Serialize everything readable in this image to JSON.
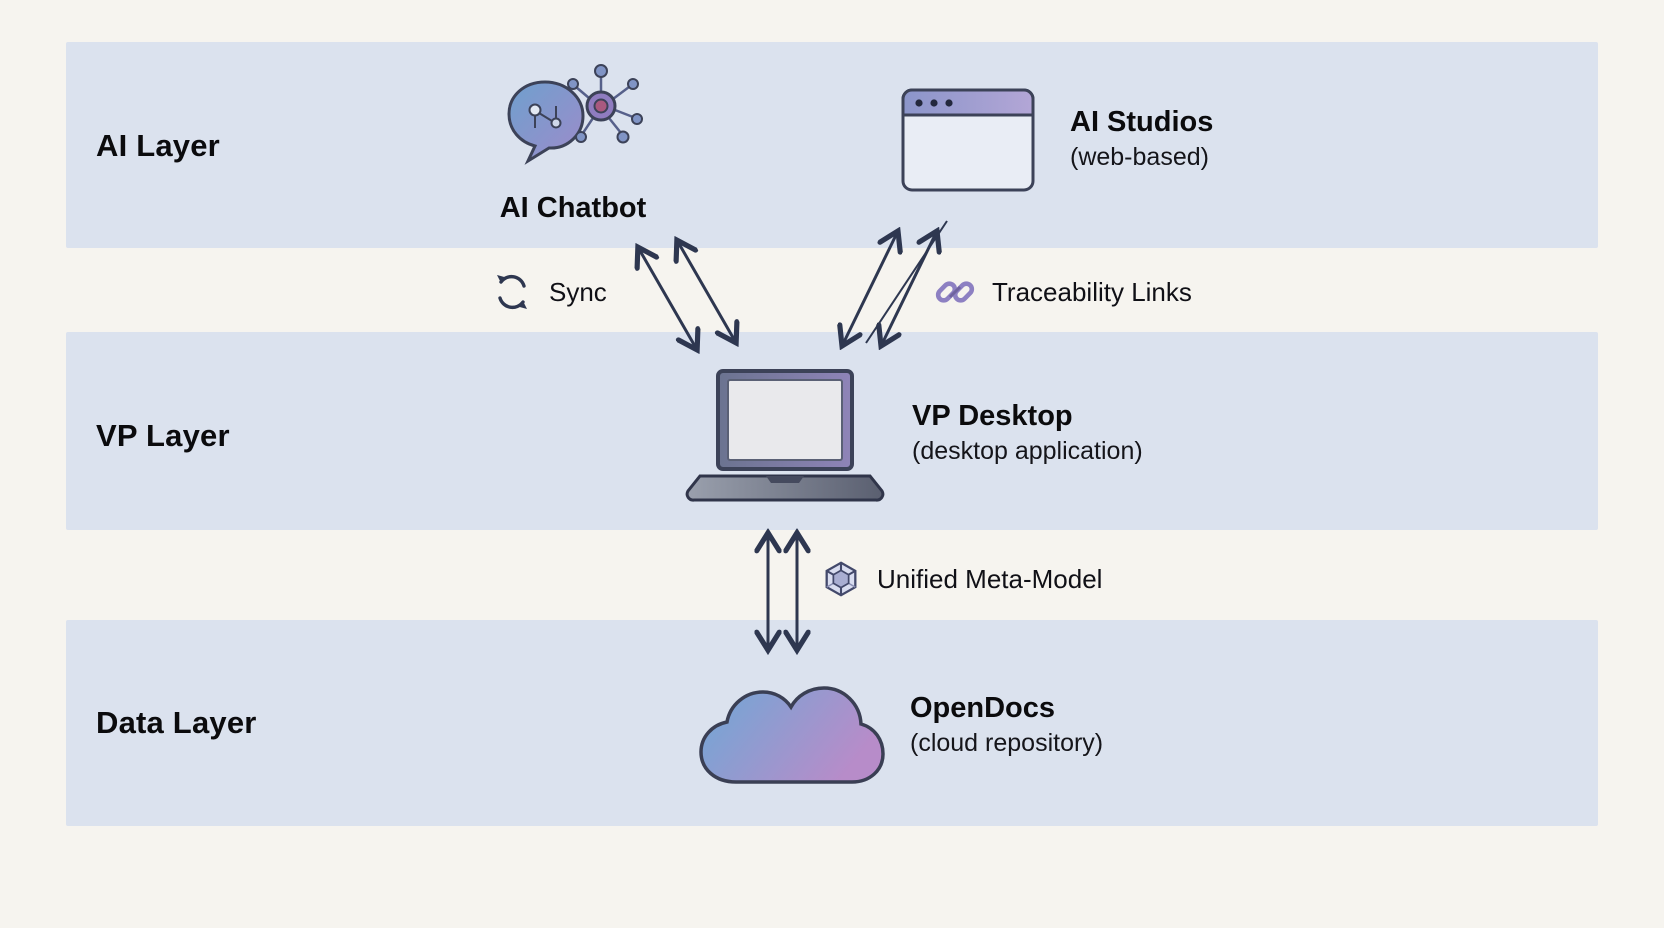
{
  "layers": {
    "ai": {
      "label": "AI Layer"
    },
    "vp": {
      "label": "VP Layer"
    },
    "data": {
      "label": "Data Layer"
    }
  },
  "nodes": {
    "chatbot": {
      "title": "AI Chatbot",
      "icon": "chatbot-icon"
    },
    "studios": {
      "title": "AI Studios",
      "subtitle": "(web-based)",
      "icon": "browser-window-icon"
    },
    "desktop": {
      "title": "VP Desktop",
      "subtitle": "(desktop application)",
      "icon": "laptop-icon"
    },
    "opendocs": {
      "title": "OpenDocs",
      "subtitle": "(cloud repository)",
      "icon": "cloud-icon"
    }
  },
  "connections": {
    "sync": {
      "label": "Sync",
      "icon": "sync-arrows-icon",
      "from": "AI Chatbot",
      "to": "VP Desktop"
    },
    "traceability": {
      "label": "Traceability Links",
      "icon": "chain-link-icon",
      "from": "AI Studios",
      "to": "VP Desktop"
    },
    "metamodel": {
      "label": "Unified Meta-Model",
      "icon": "cube-icon",
      "from": "VP Desktop",
      "to": "OpenDocs"
    }
  },
  "colors": {
    "background": "#f6f4ef",
    "band": "#dbe2ee",
    "arrow": "#2e3750",
    "icon_blue": "#6fa3cf",
    "icon_purple": "#9d8bca",
    "text": "#0b0b0d"
  }
}
